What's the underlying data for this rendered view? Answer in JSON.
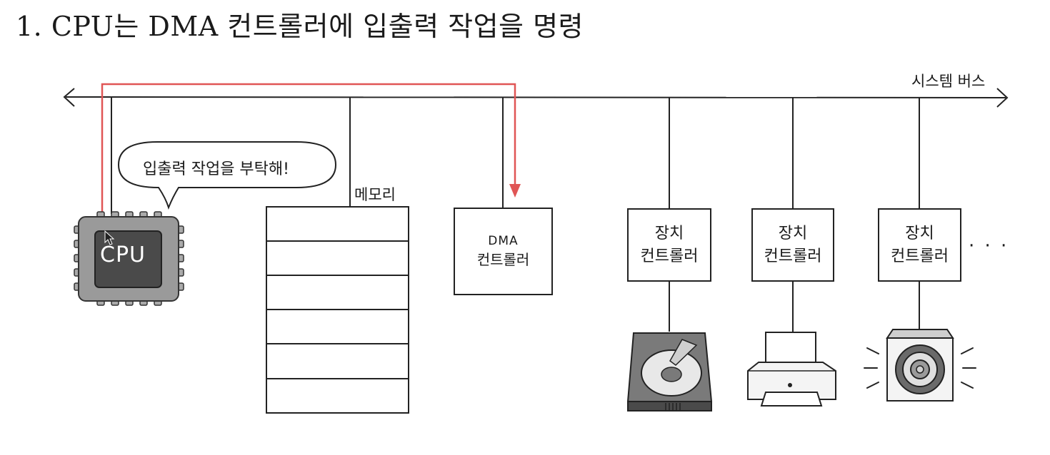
{
  "title": "1. CPU는 DMA 컨트롤러에 입출력 작업을 명령",
  "system_bus_label": "시스템 버스",
  "speech_bubble": "입출력 작업을 부탁해!",
  "cpu_label": "CPU",
  "memory_label": "메모리",
  "dma_controller": {
    "line1": "DMA",
    "line2": "컨트롤러"
  },
  "device_controllers": [
    {
      "line1": "장치",
      "line2": "컨트롤러",
      "device": "hard-disk"
    },
    {
      "line1": "장치",
      "line2": "컨트롤러",
      "device": "printer"
    },
    {
      "line1": "장치",
      "line2": "컨트롤러",
      "device": "speaker"
    }
  ],
  "more_indicator": "· · ·",
  "colors": {
    "command_arrow": "#e05555",
    "cpu_body": "#9a9a9a",
    "cpu_core": "#4a4a4a",
    "line": "#222222"
  }
}
